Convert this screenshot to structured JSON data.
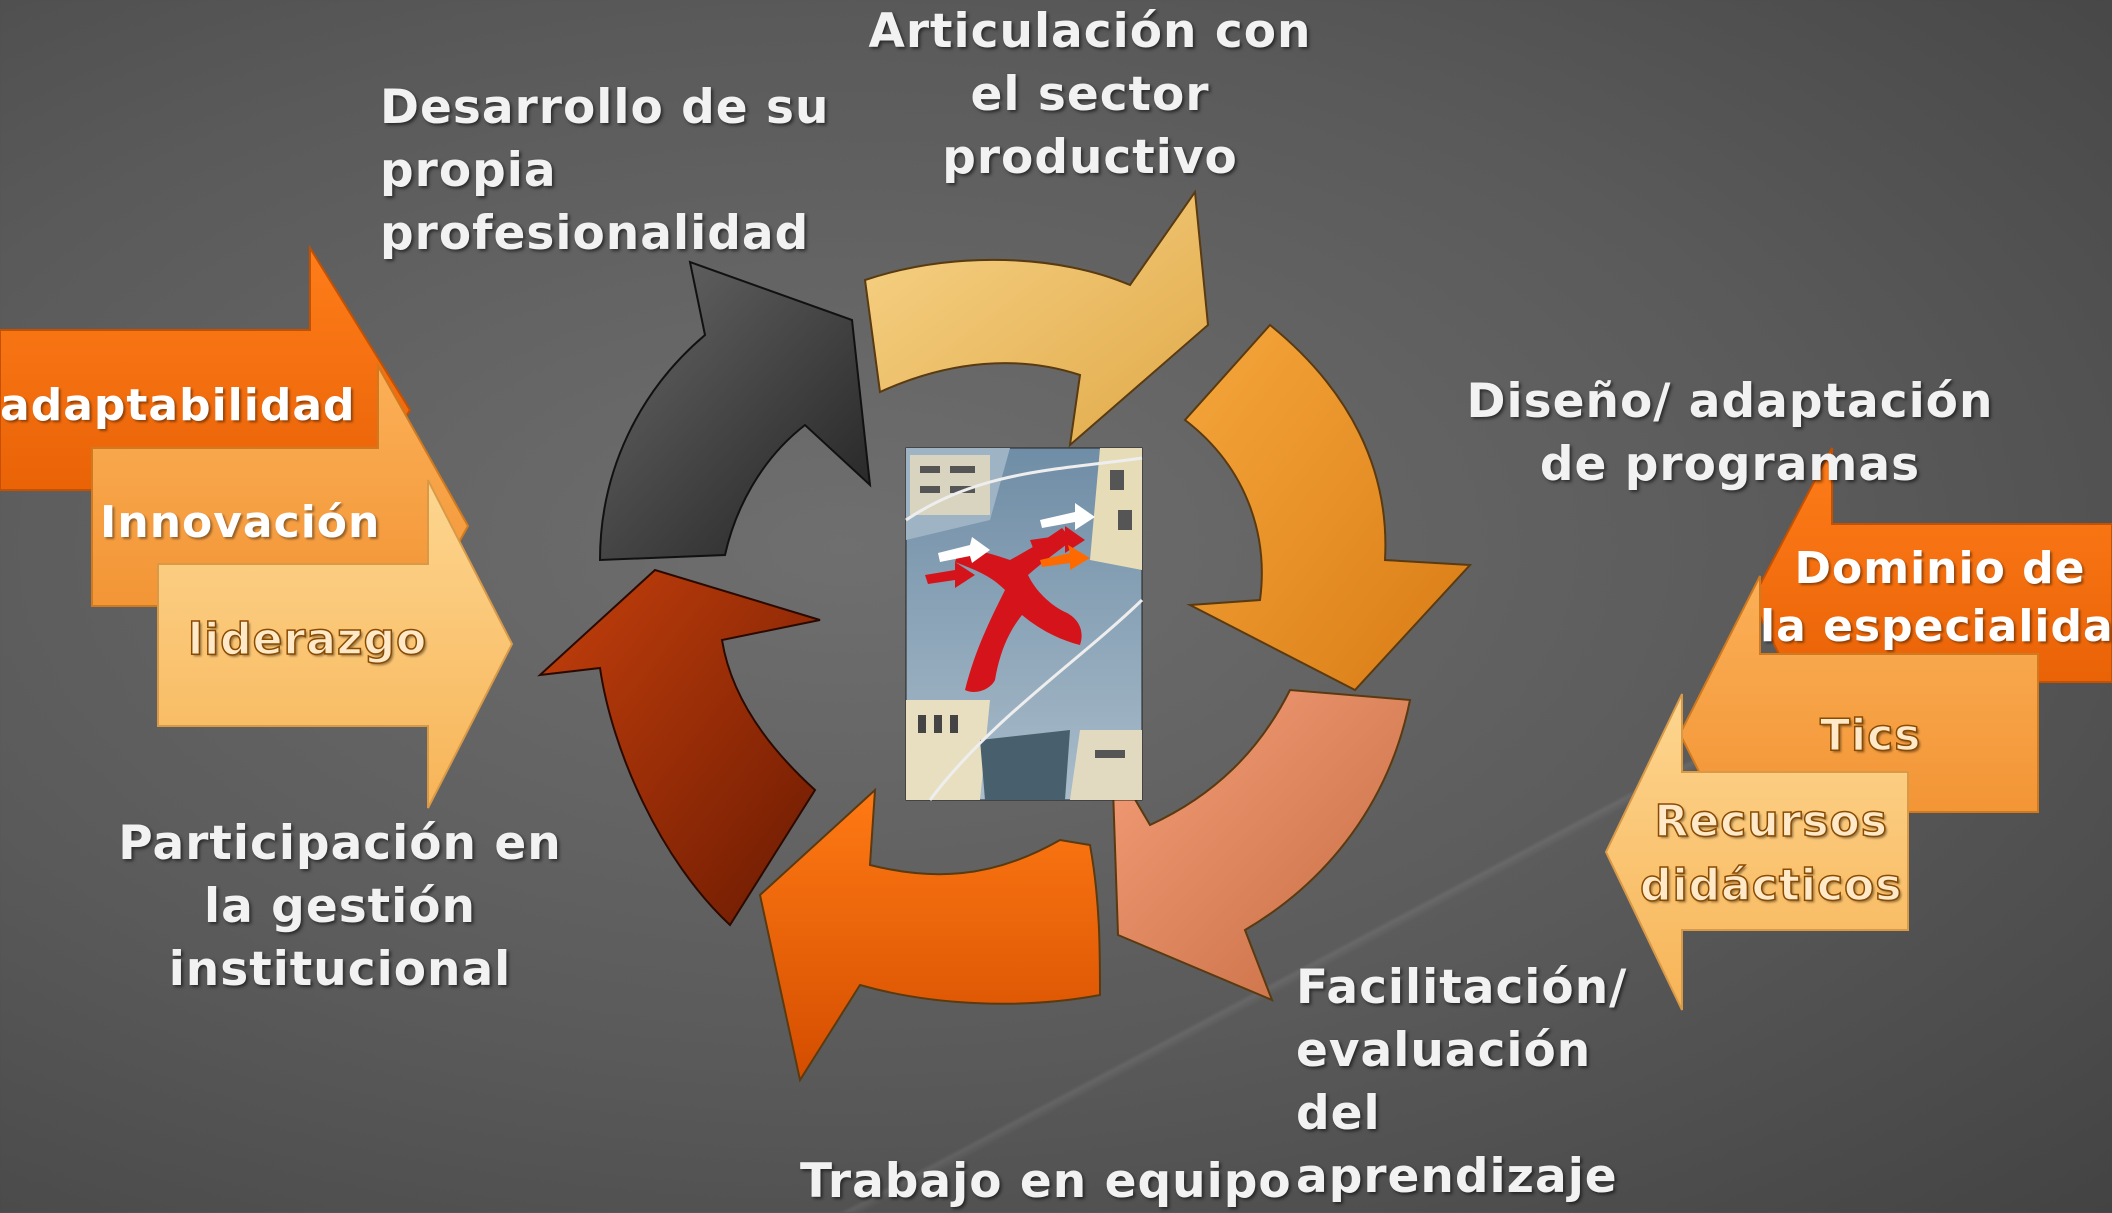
{
  "cycle": {
    "top_label": [
      "Articulación con",
      "el sector productivo"
    ],
    "top_left_label": [
      "Desarrollo de su",
      "propia",
      "profesionalidad"
    ],
    "right_label": [
      "Diseño/ adaptación",
      "de programas"
    ],
    "bottom_right_label": [
      "Facilitación/",
      "evaluación",
      "del",
      "aprendizaje"
    ],
    "bottom_label": "Trabajo en equipo",
    "left_label": [
      "Participación en",
      "la gestión",
      "institucional"
    ]
  },
  "left_stack": {
    "items": [
      "adaptabilidad",
      "Innovación",
      "liderazgo"
    ],
    "colors": [
      "#f26a06",
      "#f79b3a",
      "#fbc06c"
    ]
  },
  "right_stack": {
    "items": [
      [
        "Dominio de",
        "la especialidad"
      ],
      "Tics",
      [
        "Recursos",
        "didácticos"
      ]
    ],
    "colors": [
      "#f26a06",
      "#f79b3a",
      "#fbc06c"
    ]
  },
  "arrow_colors": {
    "top": "#f3c66f",
    "right": "#f09a2e",
    "bottom_right": "#e8926a",
    "bottom": "#f06a08",
    "left": "#a8330a",
    "top_left": "#3a3a3a"
  },
  "center_image": "clipart-figure-reaching-icon"
}
